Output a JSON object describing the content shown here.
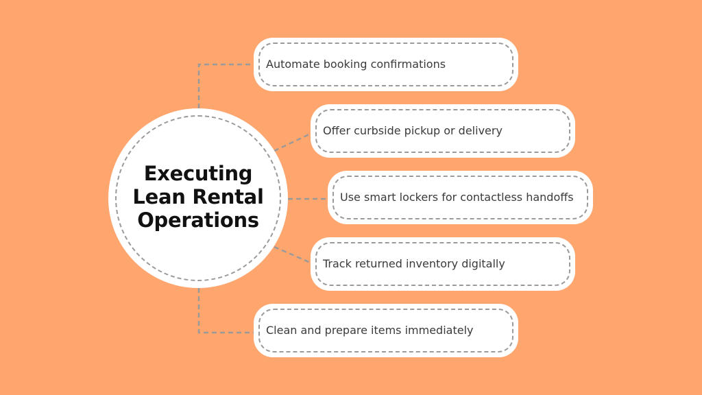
{
  "diagram": {
    "center": {
      "label": "Executing Lean Rental Operations"
    },
    "items": [
      {
        "label": "Automate booking confirmations"
      },
      {
        "label": "Offer curbside pickup or delivery"
      },
      {
        "label": "Use smart lockers for contactless handoffs"
      },
      {
        "label": "Track returned inventory digitally"
      },
      {
        "label": "Clean and prepare items immediately"
      }
    ],
    "colors": {
      "background": "#FFA56E",
      "card": "#FFFFFF",
      "dash": "#9A9A9A",
      "title_text": "#111111",
      "item_text": "#3A3A3A"
    }
  }
}
